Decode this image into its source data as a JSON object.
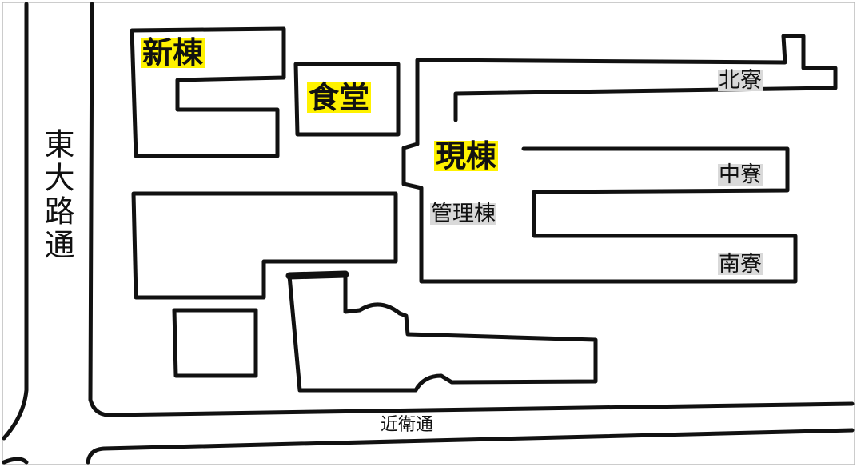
{
  "map": {
    "buildings": {
      "new_building": "新棟",
      "cafeteria": "食堂",
      "current_building": "現棟",
      "admin_building": "管理棟",
      "north_dorm": "北寮",
      "middle_dorm": "中寮",
      "south_dorm": "南寮"
    },
    "roads": {
      "higashioji": "東大路通",
      "konoe": "近衛通"
    },
    "colors": {
      "highlight": "#fff200",
      "secondary_highlight": "#d9d9d9",
      "line": "#111111"
    }
  }
}
